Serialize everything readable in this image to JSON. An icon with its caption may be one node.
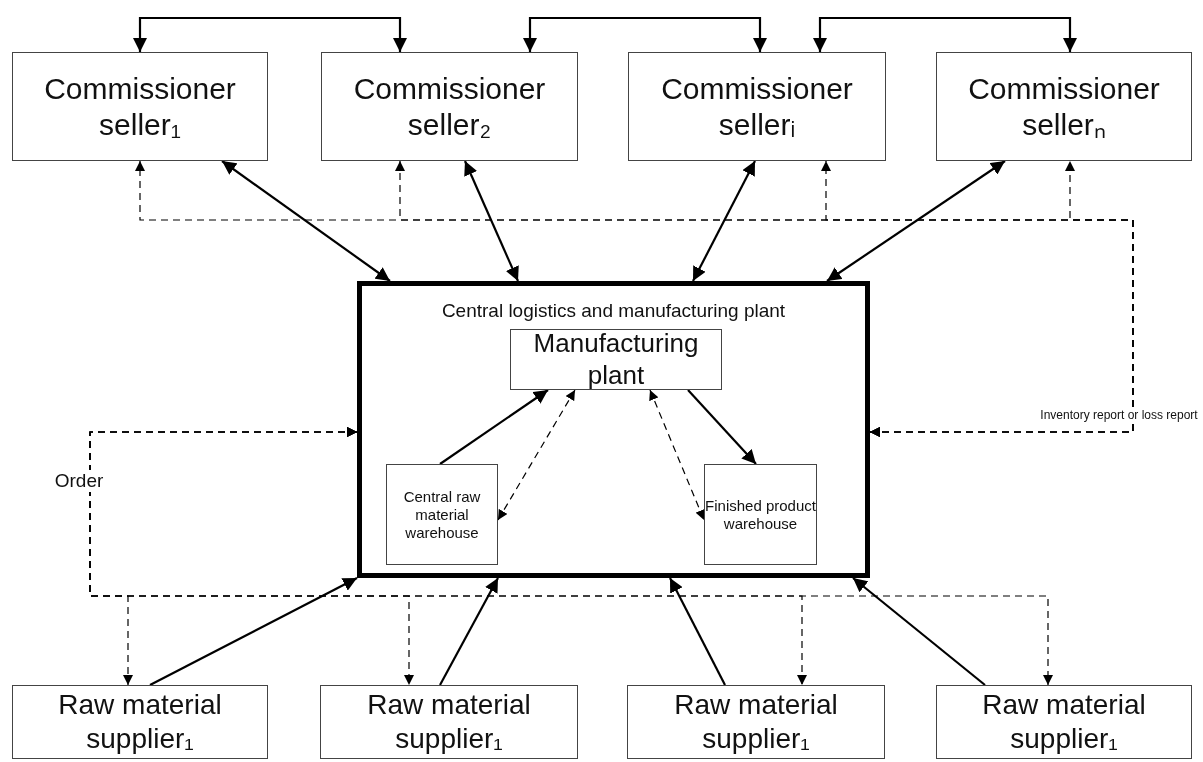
{
  "diagram": {
    "nodes": [
      {
        "text": [
          "Commissioner seller₁"
        ]
      },
      {
        "text": [
          "Commissioner seller₂"
        ]
      },
      {
        "text": [
          "Commissioner sellerᵢ"
        ]
      },
      {
        "text": [
          "Commissioner sellerₙ"
        ]
      },
      {
        "text": [
          "Central logistics and manufacturing plant"
        ]
      },
      {
        "text": [
          "Manufacturing plant"
        ],
        "in": 4
      },
      {
        "text": [
          "Central raw material warehouse"
        ],
        "in": 4
      },
      {
        "text": [
          "Finished product warehouse"
        ],
        "in": 4
      },
      {
        "text": [
          "Raw material supplier₁"
        ]
      },
      {
        "text": [
          "Raw material supplier₁"
        ]
      },
      {
        "text": [
          "Raw material supplier₁"
        ]
      },
      {
        "text": [
          "Raw material supplier₁"
        ]
      }
    ],
    "edges": [
      {
        "from": 0,
        "to": 1,
        "arrow": "both"
      },
      {
        "from": 1,
        "to": 2,
        "arrow": "both"
      },
      {
        "from": 2,
        "to": 3,
        "arrow": "both"
      },
      {
        "from": 0,
        "to": 4,
        "arrow": "both"
      },
      {
        "from": 1,
        "to": 4,
        "arrow": "both"
      },
      {
        "from": 2,
        "to": 4,
        "arrow": "both"
      },
      {
        "from": 3,
        "to": 4,
        "arrow": "both"
      },
      {
        "from": 4,
        "to": 3,
        "arrow": "both",
        "style": "dashed",
        "label": "Inventory report or loss report"
      },
      {
        "from": 4,
        "to": 2,
        "arrow": "both",
        "style": "dashed"
      },
      {
        "from": 4,
        "to": 1,
        "arrow": "both",
        "style": "dashed"
      },
      {
        "from": 4,
        "to": 0,
        "arrow": "both",
        "style": "dashed"
      },
      {
        "from": 6,
        "to": 5,
        "arrow": "to"
      },
      {
        "from": 5,
        "to": 7,
        "arrow": "to"
      },
      {
        "from": 6,
        "to": 5,
        "arrow": "both",
        "style": "dashed"
      },
      {
        "from": 5,
        "to": 7,
        "arrow": "both",
        "style": "dashed"
      },
      {
        "from": 4,
        "to": 8,
        "arrow": "both",
        "style": "dashed",
        "label": "Order"
      },
      {
        "from": 4,
        "to": 9,
        "arrow": "both",
        "style": "dashed"
      },
      {
        "from": 4,
        "to": 10,
        "arrow": "both",
        "style": "dashed"
      },
      {
        "from": 4,
        "to": 11,
        "arrow": "both",
        "style": "dashed"
      },
      {
        "from": 8,
        "to": 4,
        "arrow": "to"
      },
      {
        "from": 9,
        "to": 4,
        "arrow": "to"
      },
      {
        "from": 10,
        "to": 4,
        "arrow": "to"
      },
      {
        "from": 11,
        "to": 4,
        "arrow": "to"
      }
    ]
  }
}
